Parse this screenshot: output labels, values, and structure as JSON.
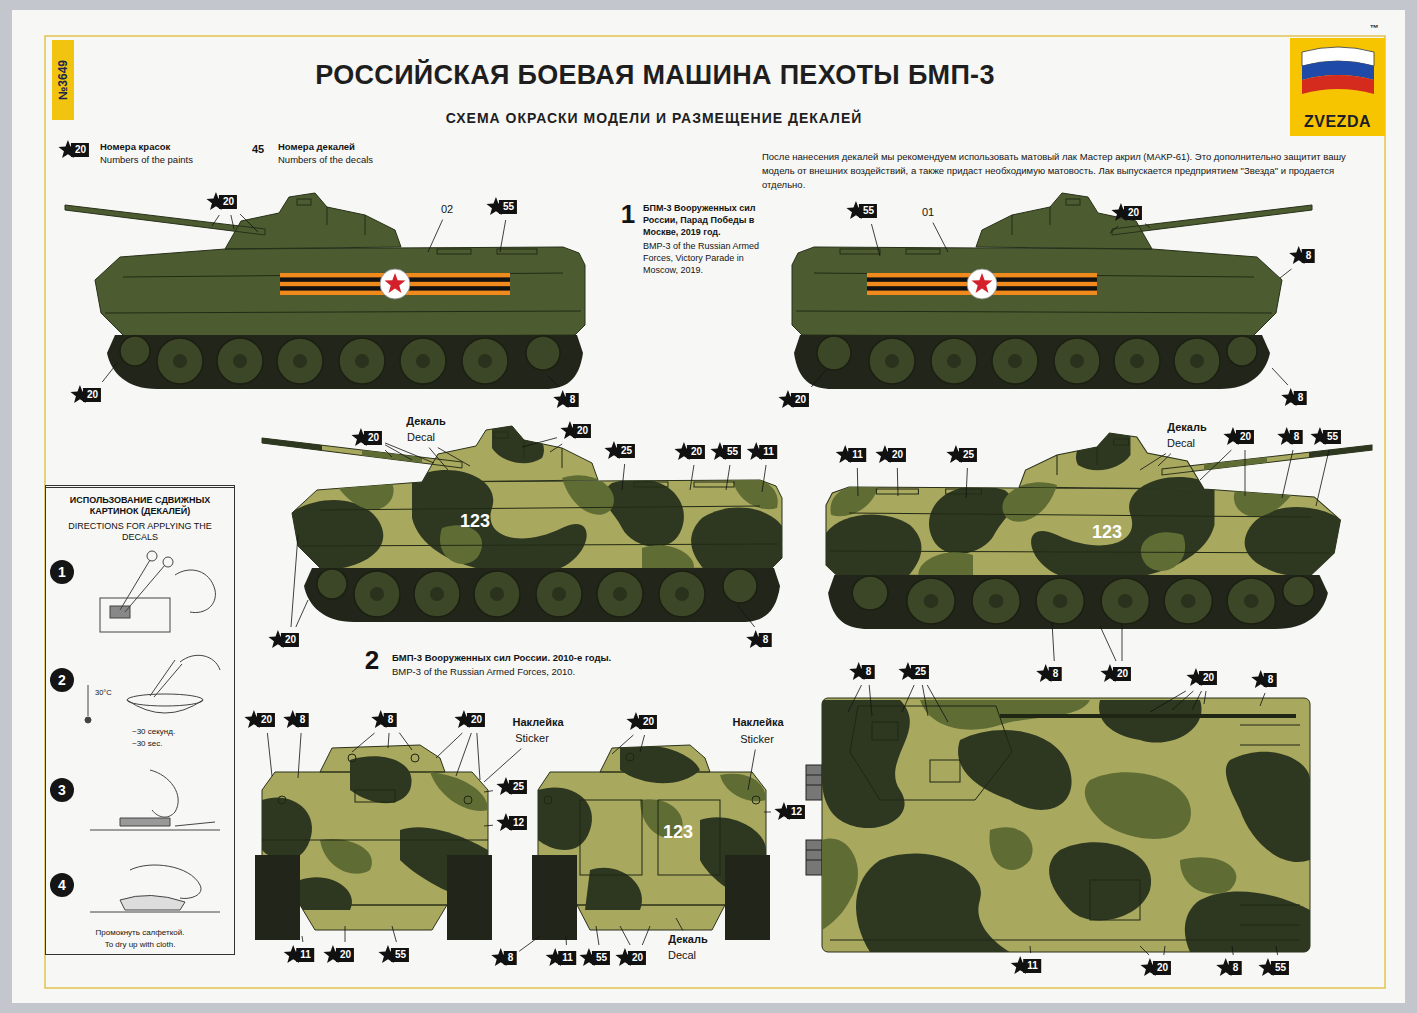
{
  "diagram": {
    "title": "РОССИЙСКАЯ БОЕВАЯ МАШИНА ПЕХОТЫ БМП-3",
    "nodes": [
      {
        "text": [
          "№3649"
        ]
      },
      {
        "text": [
          "ZVEZDA"
        ]
      },
      {
        "text": [
          "ИСПОЛЬЗОВАНИЕ СДВИЖНЫХ КАРТИНОК (ДЕКАЛЕЙ)",
          "DIRECTIONS FOR APPLYING THE DECALS"
        ]
      },
      {
        "text": [
          "1"
        ],
        "in": 2
      },
      {
        "text": [
          "2"
        ],
        "in": 2
      },
      {
        "text": [
          "3"
        ],
        "in": 2
      },
      {
        "text": [
          "4"
        ],
        "in": 2
      }
    ],
    "labels": [
      "™",
      "СХЕМА ОКРАСКИ МОДЕЛИ И РАЗМЕЩЕНИЕ ДЕКАЛЕЙ",
      "20",
      "45",
      "После нанесения декалей мы рекомендуем использовать матовый лак Мастер акрил (МАКР-61). Это дополнительно защитит вашу модель от внешних воздействий, а также придаст необходимую матовость. Лак выпускается предприятием \"Звезда\" и продается отдельно.",
      "20",
      "02",
      "55",
      "1",
      "БПМ-3 Вооруженных сил России, Парад Победы в Москве, 2019 год.",
      "BMP-3 of the Russian Armed Forces, Victory Parade in Moscow, 2019.",
      "55",
      "01",
      "20",
      "8",
      "20",
      "8",
      "20",
      "8",
      "Декаль",
      "Decal",
      "20",
      "20",
      "Декаль",
      "Decal",
      "25",
      "20",
      "55",
      "11",
      "11",
      "20",
      "25",
      "20",
      "8",
      "55",
      "123",
      "123",
      "20",
      "8",
      "2",
      "БМП-3 Вооруженных сил России. 2010-е годы.",
      "BMP-3 of the Russian Armed Forces, 2010.",
      "8",
      "25",
      "8",
      "20",
      "20",
      "8",
      "20",
      "8",
      "8",
      "20",
      "Наклейка",
      "Sticker",
      "20",
      "Наклейка",
      "Sticker",
      "25",
      "12",
      "12",
      "123",
      "Декаль",
      "Decal",
      "11",
      "20",
      "55",
      "8",
      "11",
      "55",
      "20",
      "11",
      "20",
      "8",
      "55",
      "30°C",
      "~30 секунд.",
      "~30 sec.",
      "Промокнуть салфеткой.",
      "To dry up with cloth."
    ],
    "legend": [
      {
        "text": "Номера красок Numbers of the paints"
      },
      {
        "text": "Номера декалей Numbers of the decals"
      }
    ]
  }
}
